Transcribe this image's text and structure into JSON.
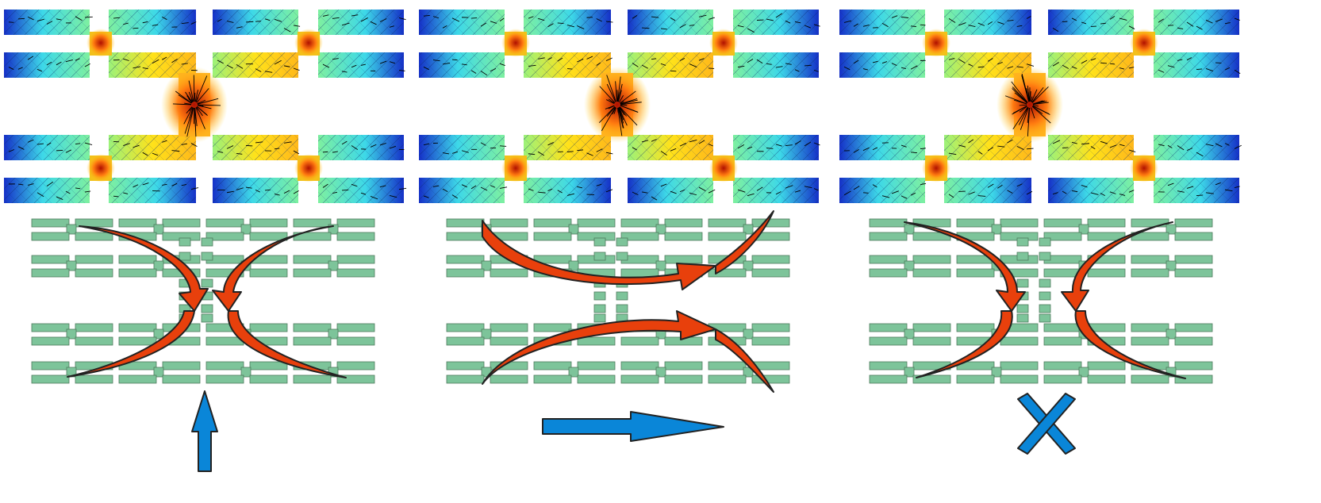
{
  "figure": {
    "panels": [
      {
        "id": "panel-1",
        "indicator": "up-arrow"
      },
      {
        "id": "panel-2",
        "indicator": "right-arrow"
      },
      {
        "id": "panel-3",
        "indicator": "cross"
      }
    ],
    "colors": {
      "block_fill": "#7dc49a",
      "block_stroke": "#4e7a5c",
      "flow_arrow_fill": "#e8400c",
      "flow_arrow_stroke": "#222222",
      "indicator_fill": "#0a86d8",
      "indicator_stroke": "#222222",
      "heatmap_low": "#0b1fa8",
      "heatmap_mid": "#3fe3c8",
      "heatmap_high": "#ffd21a",
      "heatmap_peak": "#c81e00"
    },
    "icons": [
      "up-arrow-icon",
      "right-arrow-icon",
      "cross-icon",
      "curved-flow-arrow-icon"
    ]
  }
}
